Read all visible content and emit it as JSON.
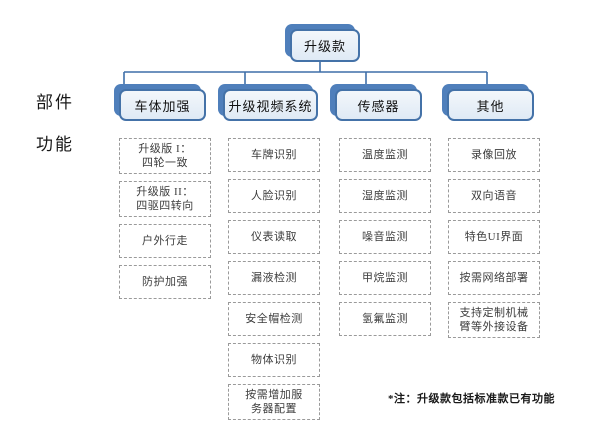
{
  "diagram": {
    "root": {
      "label": "升级款"
    },
    "row_labels": {
      "parts": "部件",
      "functions": "功能"
    },
    "branches": [
      {
        "label": "车体加强",
        "leaves": [
          "升级版 I：\n四轮一致",
          "升级版 II：\n四驱四转向",
          "户外行走",
          "防护加强"
        ]
      },
      {
        "label": "升级视频系统",
        "leaves": [
          "车牌识别",
          "人脸识别",
          "仪表读取",
          "漏液检测",
          "安全帽检测",
          "物体识别",
          "按需增加服\n务器配置"
        ]
      },
      {
        "label": "传感器",
        "leaves": [
          "温度监测",
          "湿度监测",
          "噪音监测",
          "甲烷监测",
          "氢氟监测"
        ]
      },
      {
        "label": "其他",
        "leaves": [
          "录像回放",
          "双向语音",
          "特色UI界面",
          "按需网络部署",
          "支持定制机械\n臂等外接设备"
        ]
      }
    ],
    "footnote": "*注：升级款包括标准款已有功能",
    "colors": {
      "box_border": "#4472a8",
      "box_shadow": "#4f7fbb",
      "box_fill_top": "#f3f7fb",
      "box_fill_bottom": "#dfeaf5",
      "connector": "#3f6fa8",
      "leaf_border": "#9a9a9a",
      "leaf_text": "#3c3c3c",
      "background": "#ffffff"
    }
  }
}
